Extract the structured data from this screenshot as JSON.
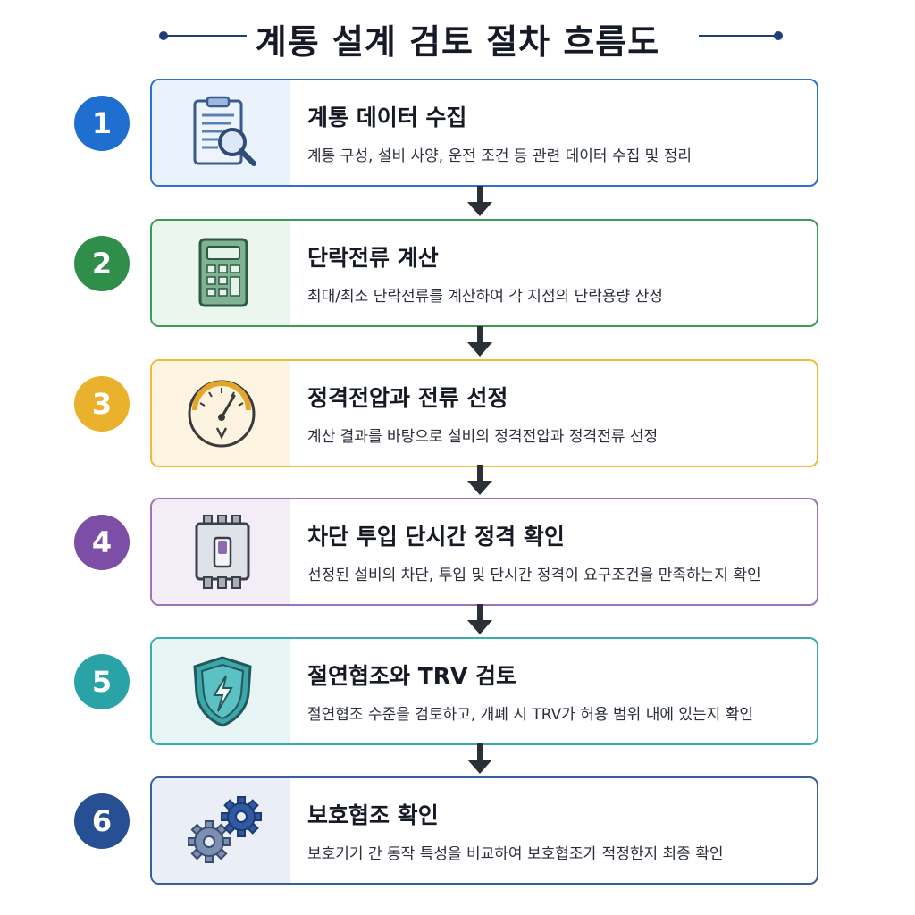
{
  "title": "계통 설계 검토 절차 흐름도",
  "steps": [
    {
      "number": "1",
      "title": "계통 데이터 수집",
      "description": "계통 구성, 설비 사양, 운전 조건 등 관련 데이터 수집 및 정리",
      "icon": "clipboard-magnifier-icon",
      "color": "#1f6fd1",
      "border": "#2d6fd3",
      "panel": "#eaf2fc"
    },
    {
      "number": "2",
      "title": "단락전류 계산",
      "description": "최대/최소 단락전류를 계산하여 각 지점의 단락용량 산정",
      "icon": "calculator-icon",
      "color": "#2f8f4a",
      "border": "#3f9a56",
      "panel": "#ebf6ee"
    },
    {
      "number": "3",
      "title": "정격전압과 전류 선정",
      "description": "계산 결과를 바탕으로 설비의 정격전압과 정격전류 선정",
      "icon": "voltmeter-gauge-icon",
      "color": "#eab12c",
      "border": "#f0bb3a",
      "panel": "#fdf5e2"
    },
    {
      "number": "4",
      "title": "차단 투입 단시간 정격 확인",
      "description": "선정된 설비의 차단, 투입 및 단시간 정격이 요구조건을 만족하는지 확인",
      "icon": "circuit-breaker-icon",
      "color": "#7d4ea5",
      "border": "#9a72bd",
      "panel": "#f3edf8"
    },
    {
      "number": "5",
      "title": "절연협조와 TRV 검토",
      "description": "절연협조 수준을 검토하고, 개폐 시 TRV가 허용 범위 내에 있는지 확인",
      "icon": "shield-lightning-icon",
      "color": "#2aa3a6",
      "border": "#3aacae",
      "panel": "#e7f5f5"
    },
    {
      "number": "6",
      "title": "보호협조 확인",
      "description": "보호기기 간 동작 특성을 비교하여 보호협조가 적정한지 최종 확인",
      "icon": "gears-icon",
      "color": "#264f94",
      "border": "#3a5d9e",
      "panel": "#e9eef7"
    }
  ]
}
